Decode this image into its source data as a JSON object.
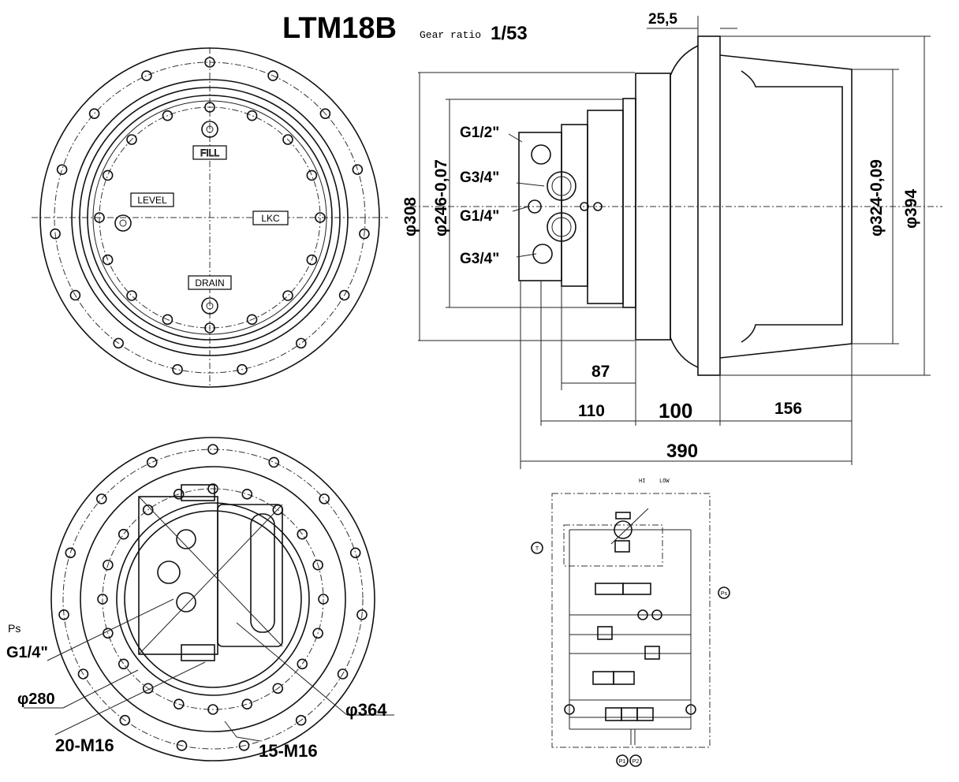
{
  "title": {
    "model": "LTM18B",
    "gear_ratio_label": "Gear ratio",
    "gear_ratio_value": "1/53"
  },
  "front_view": {
    "ports": {
      "fill": "FILL",
      "level": "LEVEL",
      "lkc": "LKC",
      "drain": "DRAIN"
    }
  },
  "side_view": {
    "dims": {
      "flange_thickness": "25,5",
      "d308": "φ308",
      "d246": "φ246-0,07",
      "d324": "φ324-0,09",
      "d394": "φ394",
      "l87": "87",
      "l110": "110",
      "l100": "100",
      "l156": "156",
      "l390": "390"
    },
    "ports": [
      "G1/2\"",
      "G3/4\"",
      "G1/4\"",
      "G3/4\""
    ]
  },
  "rear_view": {
    "ps_label": "Ps",
    "ps_thread": "G1/4\"",
    "d280": "φ280",
    "d364": "φ364",
    "bolts_inner": "20-M16",
    "bolts_outer": "15-M16"
  },
  "schematic": {
    "hi": "HI",
    "low": "LOW",
    "t": "T",
    "ps": "Ps",
    "p1": "P1",
    "p2": "P2"
  }
}
